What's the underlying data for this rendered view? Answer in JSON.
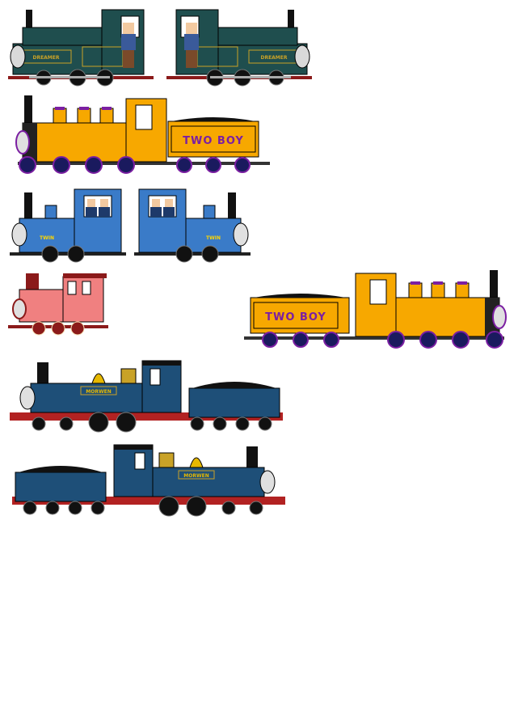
{
  "engines": {
    "dreamer": {
      "nameplate": "DREAMER",
      "livery": "#1f4e4e",
      "lining": "#c9a227"
    },
    "two_boy": {
      "tender_text": "TWO BOY",
      "livery": "#f7a800",
      "text_color": "#7b1fa2"
    },
    "blue_tank": {
      "nameplate": "TWIN",
      "livery": "#3a7bc8"
    },
    "pink_engine": {
      "livery": "#f08080"
    },
    "morwen": {
      "nameplate": "MORWEN",
      "livery": "#1e4f78",
      "frames": "#b22222",
      "dome": "#e6b800"
    }
  }
}
